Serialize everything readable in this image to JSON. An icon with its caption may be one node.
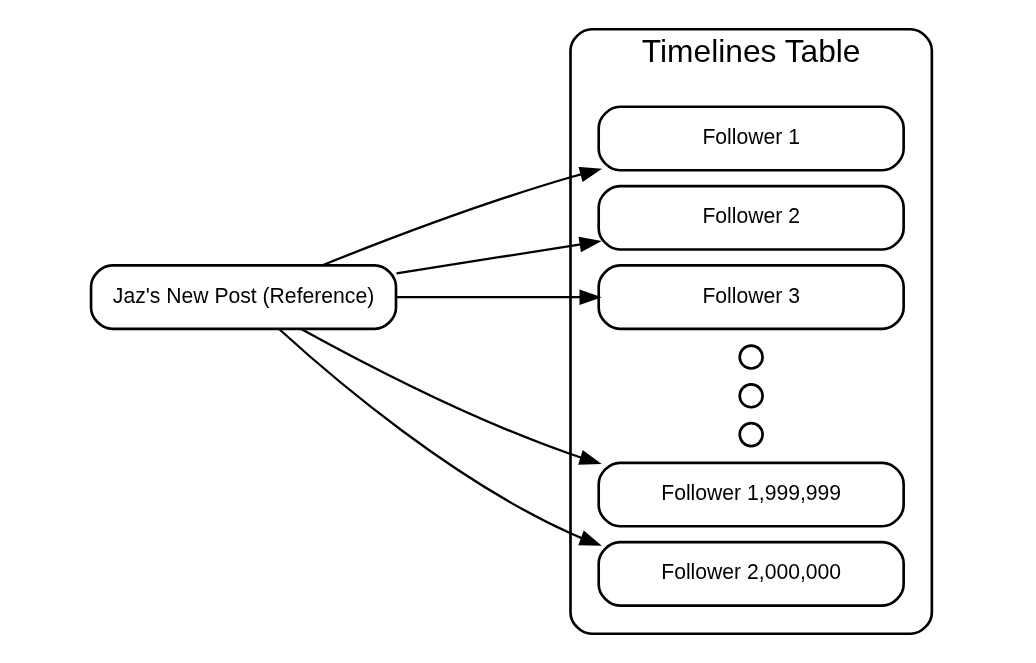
{
  "diagram": {
    "nodes": [
      {
        "text": [
          "Jaz's New Post (Reference)"
        ]
      },
      {
        "text": [
          "Timelines Table"
        ]
      },
      {
        "text": [
          "Follower 1"
        ],
        "in": 1
      },
      {
        "text": [
          "Follower 2"
        ],
        "in": 1
      },
      {
        "text": [
          "Follower 3"
        ],
        "in": 1
      },
      {
        "text": [],
        "shape": "circle",
        "in": 1
      },
      {
        "text": [],
        "shape": "circle",
        "in": 1
      },
      {
        "text": [],
        "shape": "circle",
        "in": 1
      },
      {
        "text": [
          "Follower 1,999,999"
        ],
        "in": 1
      },
      {
        "text": [
          "Follower 2,000,000"
        ],
        "in": 1
      }
    ],
    "edges": [
      {
        "from": 0,
        "to": 2,
        "arrow": "to"
      },
      {
        "from": 0,
        "to": 3,
        "arrow": "to"
      },
      {
        "from": 0,
        "to": 4,
        "arrow": "to"
      },
      {
        "from": 0,
        "to": 8,
        "arrow": "to"
      },
      {
        "from": 0,
        "to": 9,
        "arrow": "to"
      }
    ]
  }
}
